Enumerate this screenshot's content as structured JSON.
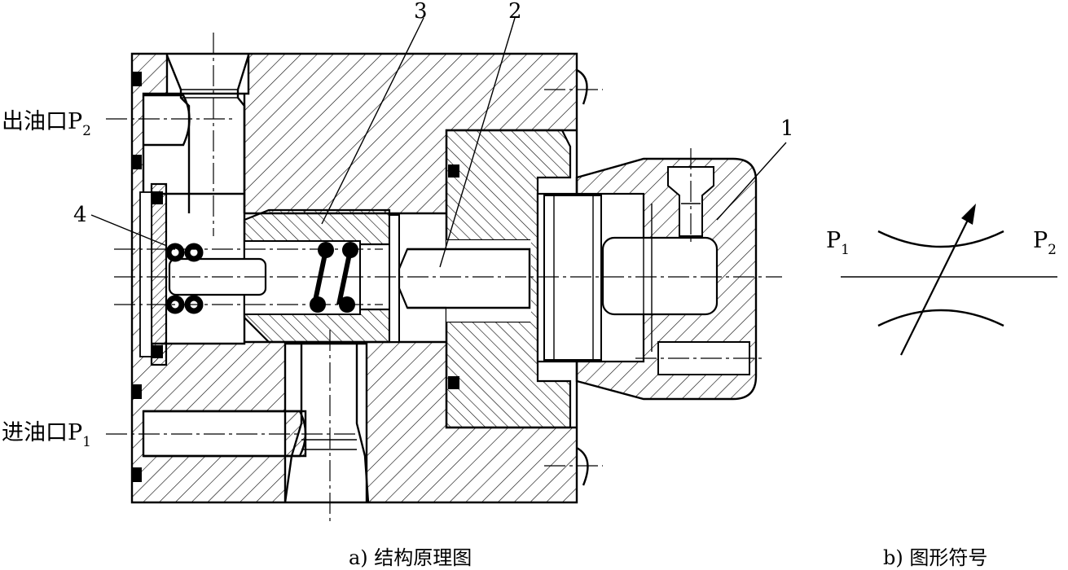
{
  "labels": {
    "outlet": "出油口P",
    "outlet_sub": "2",
    "inlet": "进油口P",
    "inlet_sub": "1",
    "part_1": "1",
    "part_2": "2",
    "part_3": "3",
    "part_4": "4",
    "sym_p1": "P",
    "sym_p1_sub": "1",
    "sym_p2": "P",
    "sym_p2_sub": "2"
  },
  "captions": {
    "a": "a) 结构原理图",
    "b": "b) 图形符号"
  }
}
